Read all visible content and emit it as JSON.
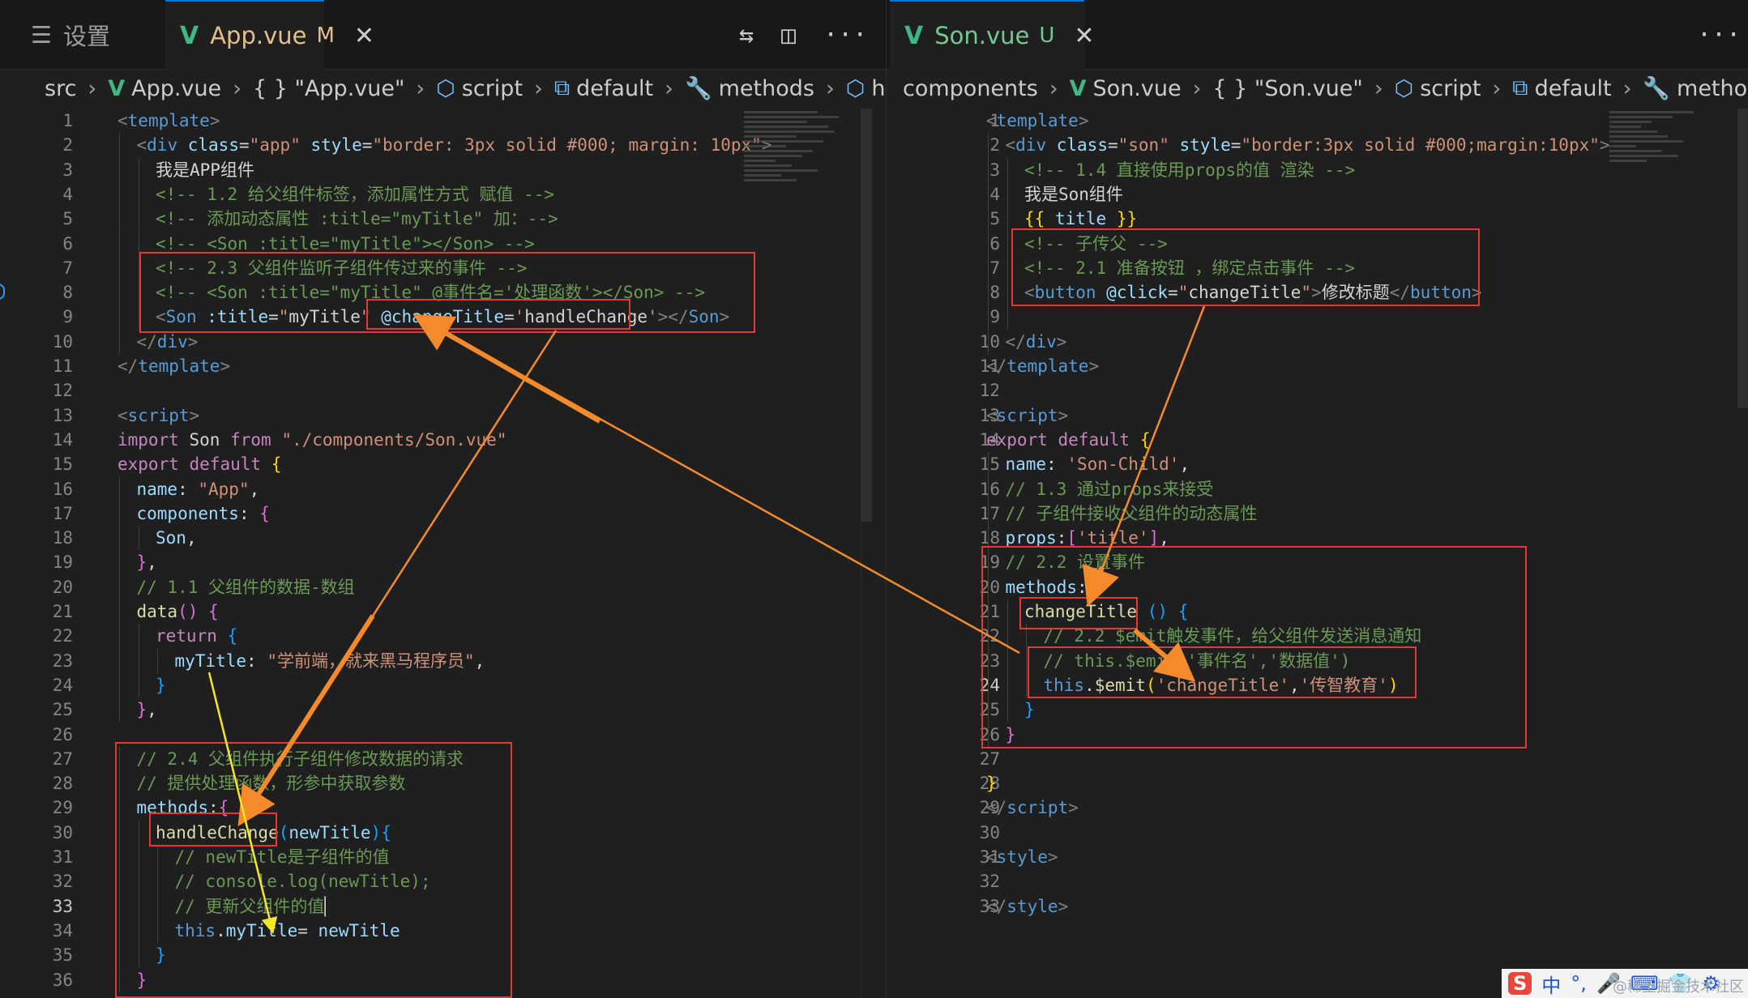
{
  "left": {
    "tabs": [
      {
        "title": "设置",
        "icon": "menu-icon"
      },
      {
        "title": "App.vue",
        "status": "M",
        "active": true,
        "icon": "vue-icon"
      }
    ],
    "breadcrumb": [
      "src",
      "App.vue",
      "{ } \"App.vue\"",
      "script",
      "default",
      "methods",
      "hanc"
    ],
    "current_line": 33
  },
  "right": {
    "tabs": [
      {
        "title": "Son.vue",
        "status": "U",
        "active": true,
        "icon": "vue-icon"
      }
    ],
    "breadcrumb": [
      "components",
      "Son.vue",
      "{ } \"Son.vue\"",
      "script",
      "default",
      "methods"
    ],
    "current_line": 24
  },
  "ime": {
    "logo": "S",
    "items": [
      "中",
      "°,",
      "🎤",
      "⌨",
      "👕",
      "⚙"
    ]
  },
  "watermark": "@稀土掘金技术社区",
  "colors": {
    "accent": "#0078d4",
    "vue_green": "#41b883",
    "highlight_box": "#e53935",
    "arrow_orange": "#f58a2c",
    "arrow_yellow": "#f5e829"
  }
}
